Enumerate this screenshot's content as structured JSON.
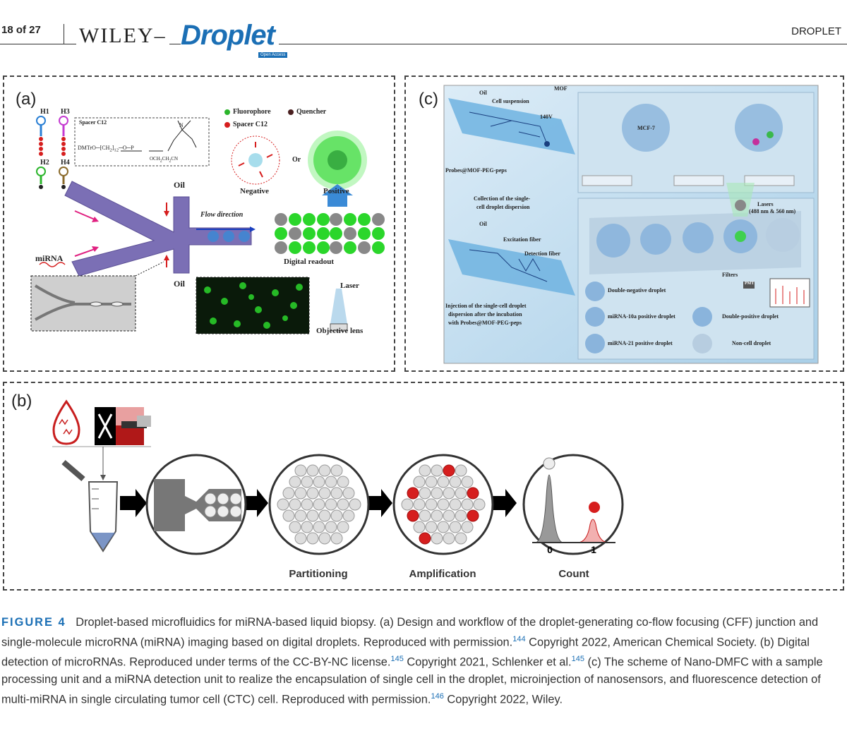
{
  "header": {
    "page_number": "18 of 27",
    "publisher": "WILEY",
    "journal_logo": "Droplet",
    "open_access_badge": "Open Access",
    "journal_name": "DROPLET"
  },
  "panel_a": {
    "letter": "(a)",
    "hairpins": [
      "H1",
      "H3",
      "H2",
      "H4"
    ],
    "spacer_label": "Spacer C12",
    "chem_left": "DMTrO",
    "chem_chain": "CH",
    "chem_sub2": "2",
    "chem_sub12": "12",
    "chem_o": "O",
    "chem_p": "P",
    "chem_n": "N",
    "chem_tail": "OCH",
    "chem_tail_sub": "2",
    "chem_tail_end": "CH",
    "chem_tail_sub2": "2",
    "chem_cn": "CN",
    "legend_fluorophore": "Fluorophore",
    "legend_quencher": "Quencher",
    "legend_spacer": "Spacer C12",
    "or_label": "Or",
    "negative_label": "Negative",
    "positive_label": "Positive",
    "oil_top": "Oil",
    "oil_bottom": "Oil",
    "flow_direction": "Flow direction",
    "mirna_label": "miRNA",
    "digital_readout": "Digital readout",
    "laser_label": "Laser",
    "objective_label": "Objective lens"
  },
  "panel_c": {
    "letter": "(c)",
    "oil_top": "Oil",
    "cell_suspension": "Cell suspension",
    "voltage": "140V",
    "probes_label": "Probes@MOF-PEG-peps",
    "collection_label_1": "Collection of the single-",
    "collection_label_2": "cell droplet dispersion",
    "oil_bottom": "Oil",
    "excitation_fiber": "Excitation fiber",
    "detection_fiber": "Detection fiber",
    "injection_1": "Injection of the single-cell droplet",
    "injection_2": "dispersion after the incubation",
    "injection_3": "with Probes@MOF-PEG-peps",
    "mof_label": "MOF",
    "mcf7_label": "MCF-7",
    "lasers_1": "Lasers",
    "lasers_2": "(488 nm & 560 nm)",
    "filters_label": "Filters",
    "pmt_label": "PMT",
    "legend_double_negative": "Double-negative droplet",
    "legend_mirna10a": "miRNA-10a positive droplet",
    "legend_double_positive": "Double-positive droplet",
    "legend_mirna21": "miRNA-21 positive droplet",
    "legend_noncell": "Non-cell droplet"
  },
  "panel_b": {
    "letter": "(b)",
    "steps": [
      "Partitioning",
      "Amplification",
      "Count"
    ],
    "count_axis": [
      "0",
      "1"
    ]
  },
  "caption": {
    "figure_label": "FIGURE 4",
    "text_1": "Droplet-based microfluidics for miRNA-based liquid biopsy. (a) Design and workflow of the droplet-generating co-flow focusing (CFF) junction and single-molecule microRNA (miRNA) imaging based on digital droplets. Reproduced with permission.",
    "ref_1": "144",
    "text_2": " Copyright 2022, American Chemical Society. (b) Digital detection of microRNAs. Reproduced under terms of the CC-BY-NC license.",
    "ref_2": "145",
    "text_3": " Copyright 2021, Schlenker et al.",
    "ref_3": "145",
    "text_4": " (c) The scheme of Nano-DMFC with a sample processing unit and a miRNA detection unit to realize the encapsulation of single cell in the droplet, microinjection of nanosensors, and fluorescence detection of multi-miRNA in single circulating tumor cell (CTC) cell. Reproduced with permission.",
    "ref_4": "146",
    "text_5": " Copyright 2022, Wiley."
  },
  "colors": {
    "wiley_blue": "#1b6fb5",
    "channel_purple": "#7b6fb5",
    "droplet_red": "#d61e1e",
    "fluor_green": "#2bd62b",
    "chip_blue": "#6fb3e0"
  }
}
